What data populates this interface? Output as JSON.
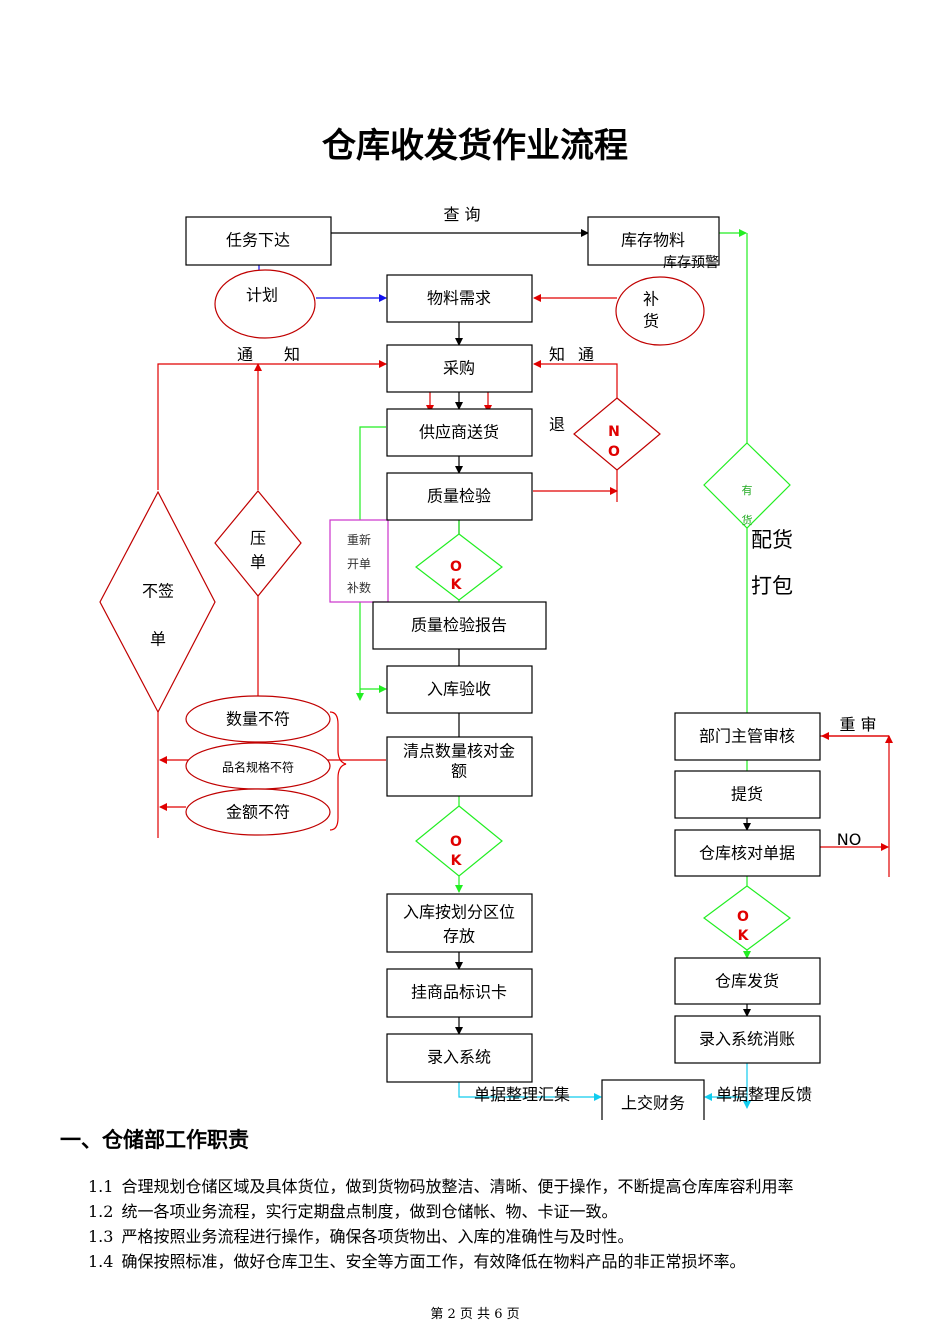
{
  "title": "仓库收发货作业流程",
  "flow": {
    "task": "任务下达",
    "query": "查 询",
    "stock": "库存物料",
    "stock_note": "库存预警",
    "plan": "计划",
    "demand": "物料需求",
    "replenish": [
      "补",
      "货"
    ],
    "notify_left": [
      "通",
      "知"
    ],
    "notify_right": [
      "知",
      "通"
    ],
    "purchase": "采购",
    "supplier": "供应商送货",
    "return": "退",
    "no": [
      "N",
      "O"
    ],
    "qc": "质量检验",
    "ok": [
      "O",
      "K"
    ],
    "has_goods": [
      "有",
      "货"
    ],
    "allot": "配货",
    "pack": "打包",
    "press": [
      "压",
      "单"
    ],
    "nosign": [
      "不签",
      "单"
    ],
    "reissue": [
      "重新",
      "开单",
      "补数"
    ],
    "qc_report": "质量检验报告",
    "inbound": "入库验收",
    "mismatch": [
      "数量不符",
      "品名规格不符",
      "金额不符"
    ],
    "count": [
      "清点数量核对金",
      "额"
    ],
    "store": [
      "入库按划分区位",
      "存放"
    ],
    "tag": "挂商品标识卡",
    "entry": "录入系统",
    "review": "部门主管审核",
    "rereview": "重 审",
    "pickup": "提货",
    "verify": "仓库核对单据",
    "no_label": "NO",
    "ship": "仓库发货",
    "writeoff": "录入系统消账",
    "summary_left": "单据整理汇集",
    "finance": "上交财务",
    "summary_right": "单据整理反馈"
  },
  "section": "一、仓储部工作职责",
  "duties": [
    {
      "num": "1.1",
      "text": "合理规划仓储区域及具体货位，做到货物码放整洁、清晰、便于操作，不断提高仓库库容利用率"
    },
    {
      "num": "1.2",
      "text": "统一各项业务流程，实行定期盘点制度，做到仓储帐、物、卡证一致。"
    },
    {
      "num": "1.3",
      "text": "严格按照业务流程进行操作，确保各项货物出、入库的准确性与及时性。"
    },
    {
      "num": "1.4",
      "text": "确保按照标准，做好仓库卫生、安全等方面工作，有效降低在物料产品的非正常损坏率。"
    }
  ],
  "footer": "第 2 页 共 6 页",
  "colors": {
    "red": "#e00000",
    "green": "#22ee22",
    "blue": "#1111ee",
    "cyan": "#11ccee",
    "magenta": "#cc33cc"
  }
}
